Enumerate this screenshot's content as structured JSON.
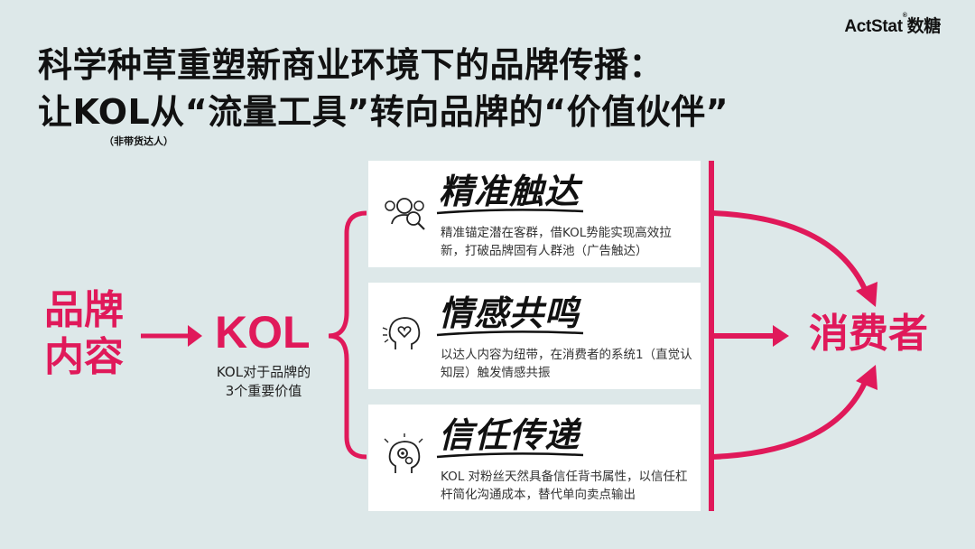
{
  "logo": {
    "text": "ActStat",
    "cn": "数糖",
    "mark": "®"
  },
  "title": {
    "line1": "科学种草重塑新商业环境下的品牌传播：",
    "line2": "让KOL从“流量工具”转向品牌的“价值伙伴”",
    "note": "（非带货达人）"
  },
  "brand_content": {
    "line1": "品牌",
    "line2": "内容"
  },
  "kol": {
    "label": "KOL",
    "sub_line1": "KOL对于品牌的",
    "sub_line2": "3个重要价值"
  },
  "consumer": "消费者",
  "cards": [
    {
      "title": "精准触达",
      "icon": "target-audience-icon",
      "desc": "精准锚定潜在客群，借KOL势能实现高效拉新，打破品牌固有人群池（广告触达）"
    },
    {
      "title": "情感共鸣",
      "icon": "heart-mind-icon",
      "desc": "以达人内容为纽带，在消费者的系统1（直觉认知层）触发情感共振"
    },
    {
      "title": "信任传递",
      "icon": "gear-mind-icon",
      "desc": "KOL 对粉丝天然具备信任背书属性，以信任杠杆简化沟通成本，替代单向卖点输出"
    }
  ],
  "colors": {
    "accent": "#e0195a",
    "background": "#dde8e9",
    "card": "#ffffff",
    "text": "#111111"
  }
}
